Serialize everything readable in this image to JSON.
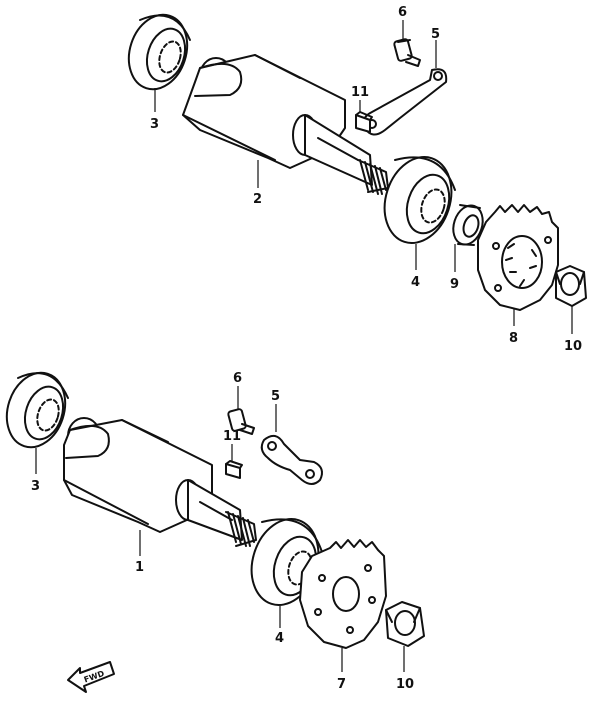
{
  "diagram": {
    "upper_assembly": {
      "labels": [
        {
          "id": "u-6",
          "text": "6"
        },
        {
          "id": "u-5",
          "text": "5"
        },
        {
          "id": "u-11",
          "text": "11"
        },
        {
          "id": "u-3",
          "text": "3"
        },
        {
          "id": "u-2",
          "text": "2"
        },
        {
          "id": "u-4",
          "text": "4"
        },
        {
          "id": "u-9",
          "text": "9"
        },
        {
          "id": "u-8",
          "text": "8"
        },
        {
          "id": "u-10",
          "text": "10"
        }
      ]
    },
    "lower_assembly": {
      "labels": [
        {
          "id": "l-6",
          "text": "6"
        },
        {
          "id": "l-5",
          "text": "5"
        },
        {
          "id": "l-11",
          "text": "11"
        },
        {
          "id": "l-3",
          "text": "3"
        },
        {
          "id": "l-1",
          "text": "1"
        },
        {
          "id": "l-4",
          "text": "4"
        },
        {
          "id": "l-7",
          "text": "7"
        },
        {
          "id": "l-10",
          "text": "10"
        }
      ]
    },
    "direction_arrow": {
      "text": "FWD"
    }
  }
}
